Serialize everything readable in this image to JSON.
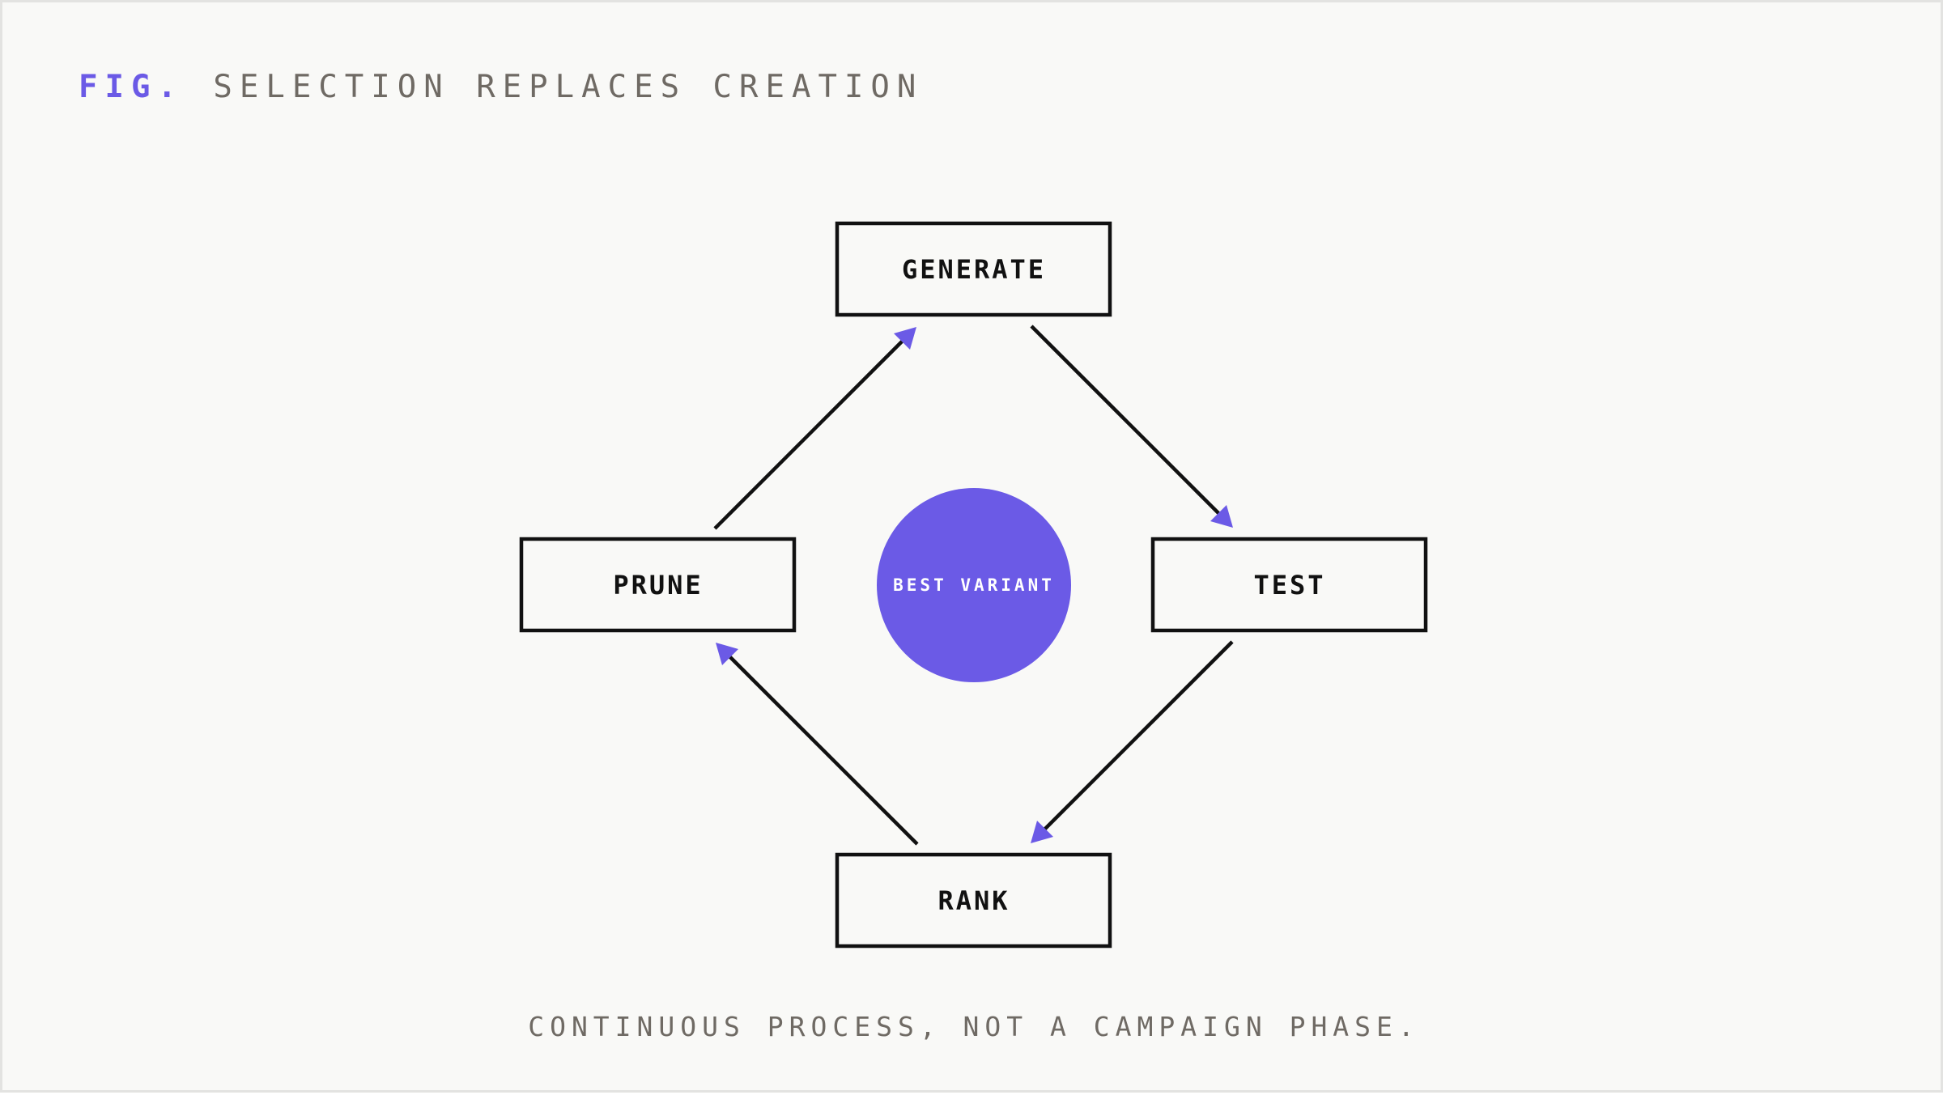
{
  "figure": {
    "label": "FIG.",
    "title": "SELECTION REPLACES CREATION"
  },
  "diagram": {
    "nodes": {
      "generate": "GENERATE",
      "test": "TEST",
      "rank": "RANK",
      "prune": "PRUNE"
    },
    "center": "BEST VARIANT",
    "cycle": [
      "GENERATE",
      "TEST",
      "RANK",
      "PRUNE"
    ]
  },
  "caption": "CONTINUOUS PROCESS, NOT A CAMPAIGN PHASE.",
  "colors": {
    "accent": "#6b5ae6",
    "ink": "#111111",
    "muted_text": "#6f6a64",
    "background": "#f9f9f7"
  }
}
